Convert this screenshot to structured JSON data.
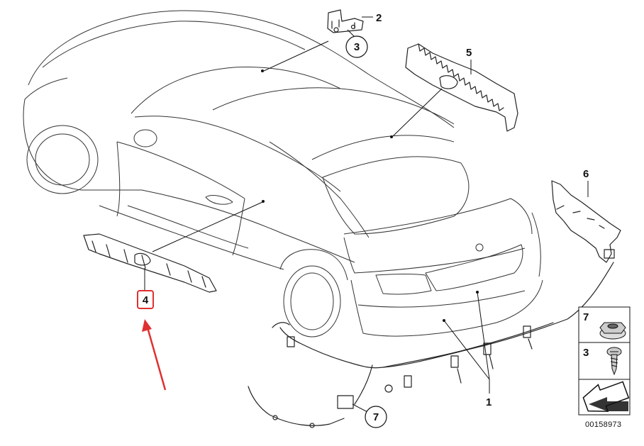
{
  "callouts": {
    "c1": "1",
    "c2": "2",
    "c3": "3",
    "c4": "4",
    "c5": "5",
    "c6": "6",
    "c7": "7"
  },
  "legend": {
    "nut_label": "7",
    "screw_label": "3"
  },
  "diagram_code": "00158973",
  "colors": {
    "highlight": "#e03030",
    "arrow": "#e03030",
    "line": "#222222"
  }
}
